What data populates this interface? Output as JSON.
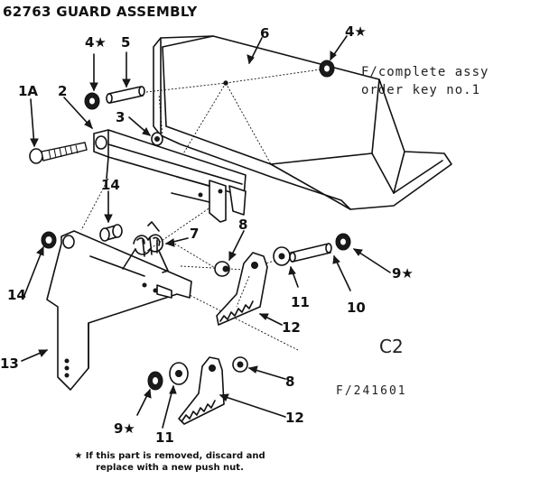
{
  "title": "62763 GUARD ASSEMBLY",
  "note_lines": [
    "F/complete assy",
    "order key no.1"
  ],
  "diagram_code": "C2",
  "figure_number": "F/241601",
  "footnote_lines": [
    "★ If this part is removed, discard and",
    "replace with a new push nut."
  ],
  "callouts": {
    "c1a": "1A",
    "c2": "2",
    "c3": "3",
    "c4a": "4★",
    "c4b": "4★",
    "c5": "5",
    "c6": "6",
    "c7": "7",
    "c8a": "8",
    "c8b": "8",
    "c9a": "9★",
    "c9b": "9★",
    "c10": "10",
    "c11a": "11",
    "c11b": "11",
    "c12a": "12",
    "c12b": "12",
    "c13": "13",
    "c14a": "14",
    "c14b": "14"
  }
}
